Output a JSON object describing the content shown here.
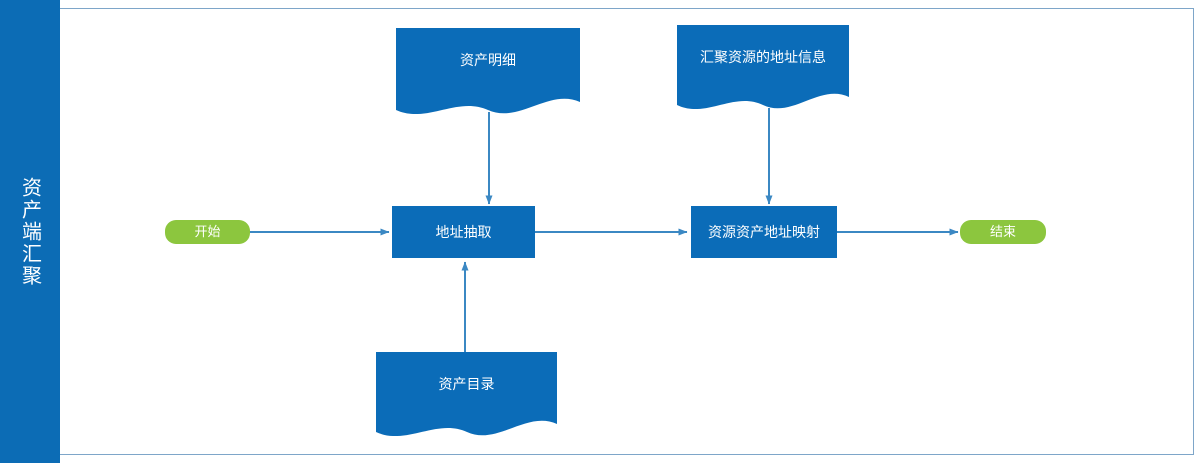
{
  "diagram": {
    "type": "flowchart",
    "lane": {
      "title": "资产端汇聚"
    },
    "colors": {
      "lane_band": "#0c6cb5",
      "process_fill": "#0b6cb8",
      "document_fill": "#0b6cb8",
      "terminator_fill": "#8cc63e",
      "connector": "#3b88c3",
      "lane_border": "#7ea6c9"
    },
    "nodes": [
      {
        "id": "start",
        "shape": "terminator",
        "label": "开始"
      },
      {
        "id": "asset-detail",
        "shape": "document",
        "label": "资产明细"
      },
      {
        "id": "aggregate-address-info",
        "shape": "document",
        "label": "汇聚资源的地址信息"
      },
      {
        "id": "address-extract",
        "shape": "process",
        "label": "地址抽取"
      },
      {
        "id": "resource-asset-address-mapping",
        "shape": "process",
        "label": "资源资产地址映射"
      },
      {
        "id": "asset-catalog",
        "shape": "document",
        "label": "资产目录"
      },
      {
        "id": "end",
        "shape": "terminator",
        "label": "结束"
      }
    ],
    "edges": [
      {
        "from": "start",
        "to": "address-extract"
      },
      {
        "from": "asset-detail",
        "to": "address-extract"
      },
      {
        "from": "asset-catalog",
        "to": "address-extract"
      },
      {
        "from": "address-extract",
        "to": "resource-asset-address-mapping"
      },
      {
        "from": "aggregate-address-info",
        "to": "resource-asset-address-mapping"
      },
      {
        "from": "resource-asset-address-mapping",
        "to": "end"
      }
    ]
  }
}
